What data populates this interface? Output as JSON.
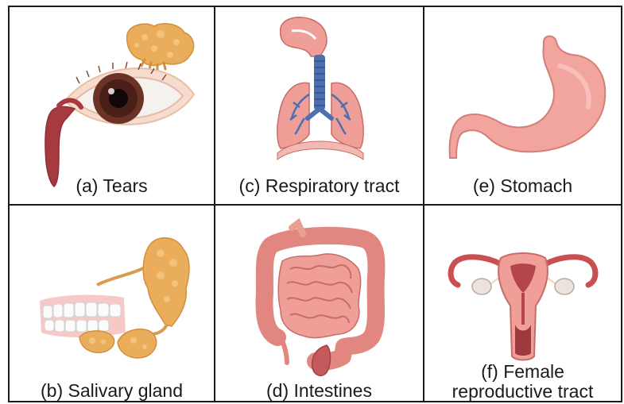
{
  "panels": [
    {
      "id": "a",
      "label": "(a) Tears"
    },
    {
      "id": "c",
      "label": "(c) Respiratory tract"
    },
    {
      "id": "e",
      "label": "(e) Stomach"
    },
    {
      "id": "b",
      "label": "(b) Salivary gland"
    },
    {
      "id": "d",
      "label": "(d) Intestines"
    },
    {
      "id": "f",
      "label_line1": "(f) Female",
      "label_line2": "reproductive tract"
    }
  ],
  "colors": {
    "border": "#1a1a1a",
    "gland": "#e8ad5a",
    "tissue_pink": "#ef9f98",
    "tissue_dark": "#b4454a",
    "airway_blue": "#4d6fb0"
  }
}
